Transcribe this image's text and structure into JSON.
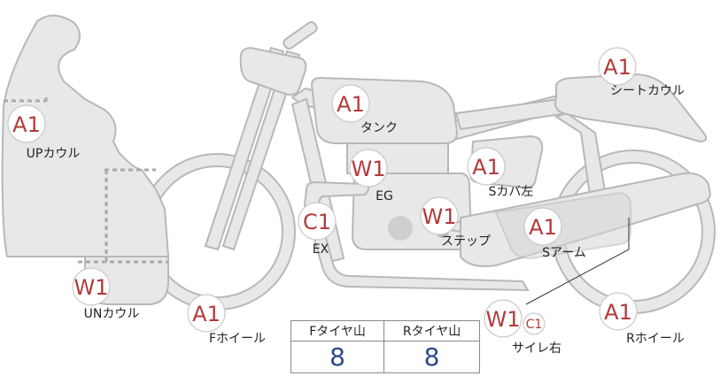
{
  "parts": {
    "upper_cowl": {
      "grade": "A1",
      "label": "UPカウル"
    },
    "under_cowl": {
      "grade": "W1",
      "label": "UNカウル"
    },
    "front_wheel": {
      "grade": "A1",
      "label": "Fホイール"
    },
    "exhaust": {
      "grade": "C1",
      "label": "EX"
    },
    "engine": {
      "grade": "W1",
      "label": "EG"
    },
    "tank": {
      "grade": "A1",
      "label": "タンク"
    },
    "step": {
      "grade": "W1",
      "label": "ステップ"
    },
    "side_cover_left": {
      "grade": "A1",
      "label": "Sカバ左"
    },
    "seat_cowl": {
      "grade": "A1",
      "label": "シートカウル"
    },
    "swing_arm": {
      "grade": "A1",
      "label": "Sアーム"
    },
    "silencer_right": {
      "grade": "W1",
      "grade_extra": "C1",
      "label": "サイレ右"
    },
    "rear_wheel": {
      "grade": "A1",
      "label": "Rホイール"
    }
  },
  "tread": {
    "front_header": "Fタイヤ山",
    "rear_header": "Rタイヤ山",
    "front_value": "8",
    "rear_value": "8"
  },
  "colors": {
    "body_fill": "#e8e8e8",
    "body_stroke": "#b8b8b8",
    "grade_text": "#b23a3a",
    "tread_value": "#2d4a86"
  }
}
